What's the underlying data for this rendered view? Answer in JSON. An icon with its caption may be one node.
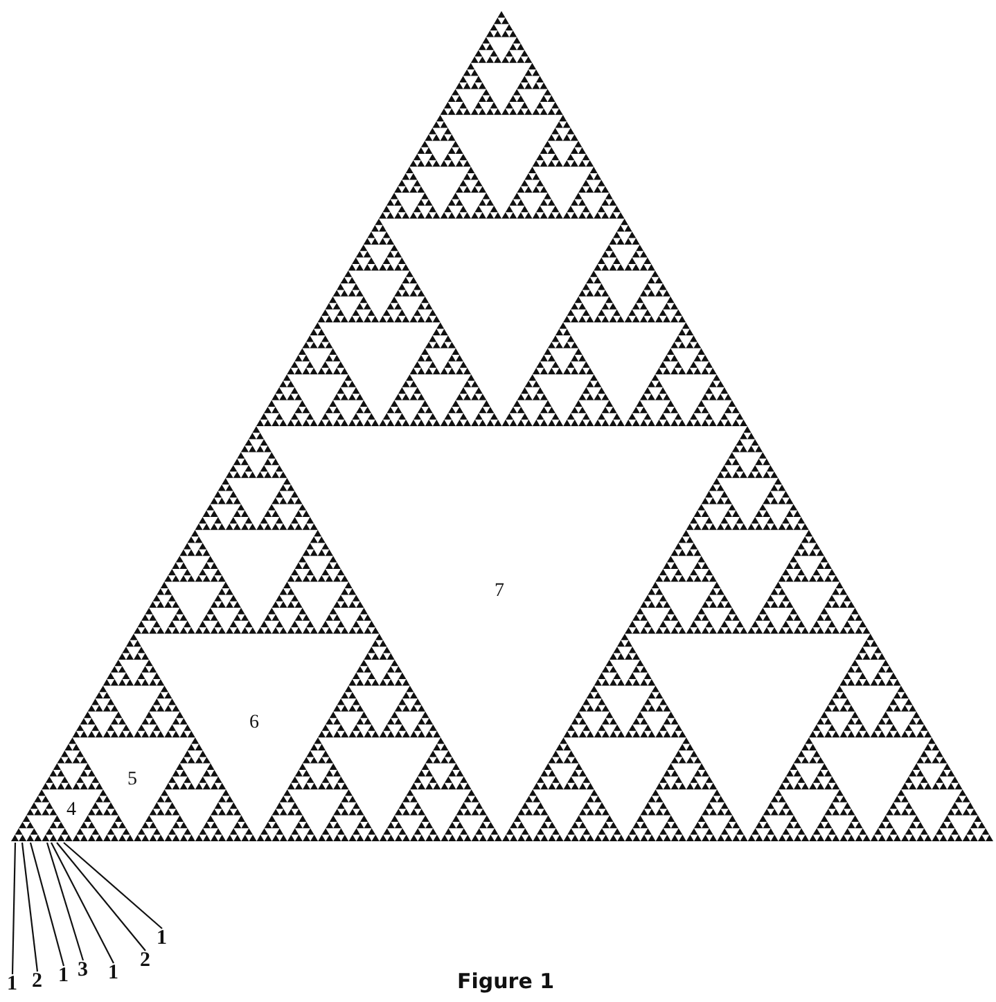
{
  "diagram": {
    "caption": "Figure 1",
    "nodes": [
      {
        "text": [
          "1"
        ]
      },
      {
        "text": [
          "2"
        ]
      },
      {
        "text": [
          "1"
        ]
      },
      {
        "text": [
          "3"
        ]
      },
      {
        "text": [
          "1"
        ]
      },
      {
        "text": [
          "2"
        ]
      },
      {
        "text": [
          "1"
        ]
      }
    ],
    "edges": [
      {
        "from": 0,
        "to": null,
        "arrow": "none"
      },
      {
        "from": 1,
        "to": null,
        "arrow": "none"
      },
      {
        "from": 2,
        "to": null,
        "arrow": "none"
      },
      {
        "from": 3,
        "to": null,
        "arrow": "none"
      },
      {
        "from": 4,
        "to": null,
        "arrow": "none"
      },
      {
        "from": 5,
        "to": null,
        "arrow": "none"
      },
      {
        "from": 6,
        "to": null,
        "arrow": "none"
      }
    ],
    "labels": [
      "7",
      "6",
      "5",
      "4"
    ]
  }
}
